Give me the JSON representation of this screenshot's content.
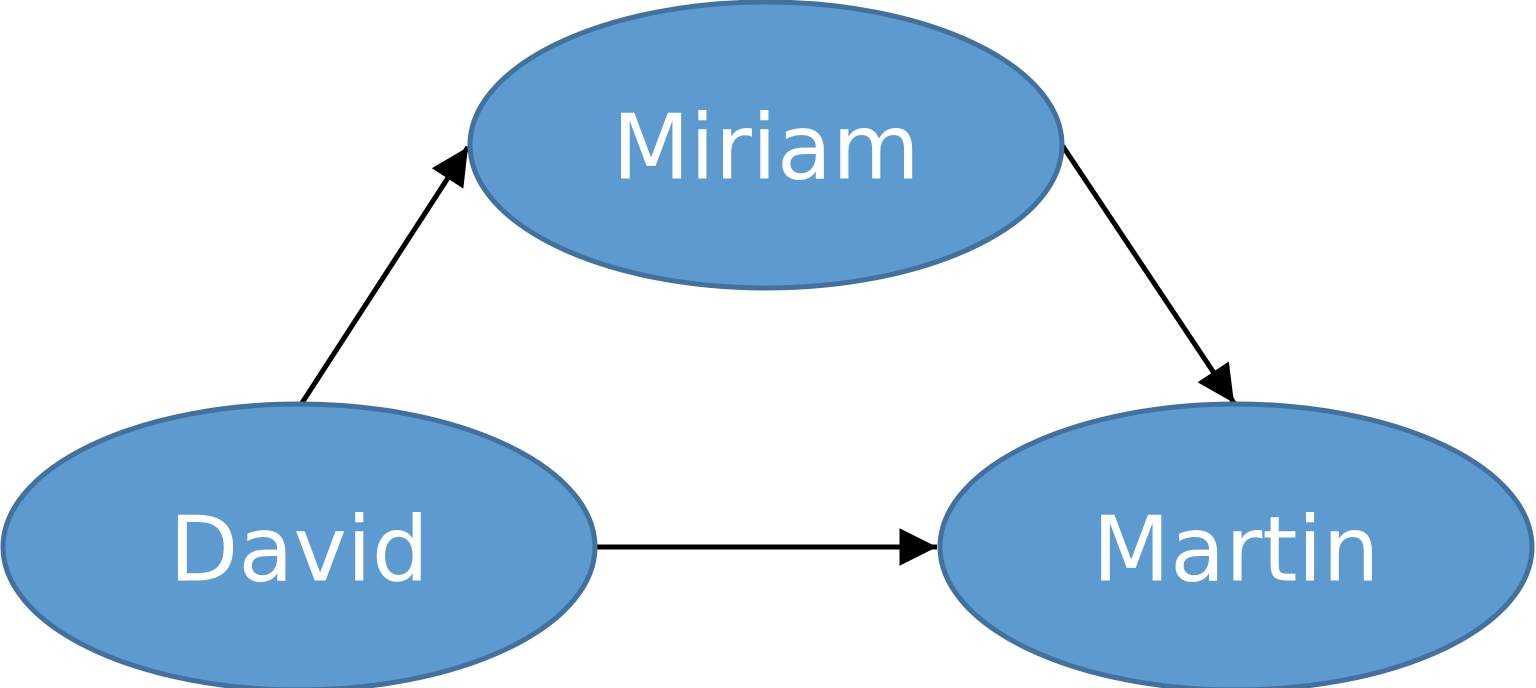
{
  "colors": {
    "node_fill": "#5d9ad0",
    "node_stroke": "#41719c",
    "label": "#ffffff",
    "edge": "#000000",
    "background": "#ffffff"
  },
  "nodes": [
    {
      "id": "miriam",
      "label": "Miriam"
    },
    {
      "id": "david",
      "label": "David"
    },
    {
      "id": "martin",
      "label": "Martin"
    }
  ],
  "edges": [
    {
      "from": "david",
      "to": "miriam"
    },
    {
      "from": "miriam",
      "to": "martin"
    },
    {
      "from": "david",
      "to": "martin"
    }
  ]
}
